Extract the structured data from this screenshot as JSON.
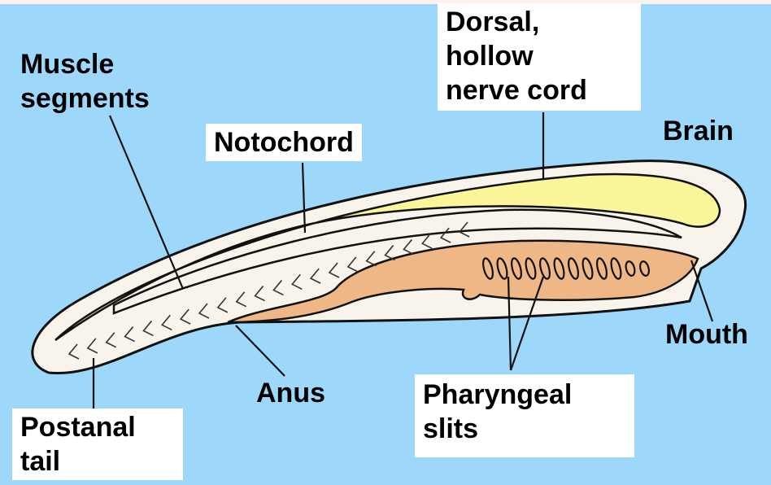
{
  "title": "Chordate body plan",
  "labels": {
    "muscle_segments": [
      "Muscle",
      "segments"
    ],
    "notochord": "Notochord",
    "dorsal_nerve_cord": [
      "Dorsal,",
      "hollow",
      "nerve cord"
    ],
    "brain": "Brain",
    "mouth": "Mouth",
    "anus": "Anus",
    "pharyngeal_slits": [
      "Pharyngeal",
      "slits"
    ],
    "postanal_tail": [
      "Postanal",
      "tail"
    ]
  },
  "colors": {
    "background": "#9dd8fb",
    "body": "#f8f4ec",
    "nerve_cord": "#fbf69a",
    "pharynx": "#eeb785"
  }
}
